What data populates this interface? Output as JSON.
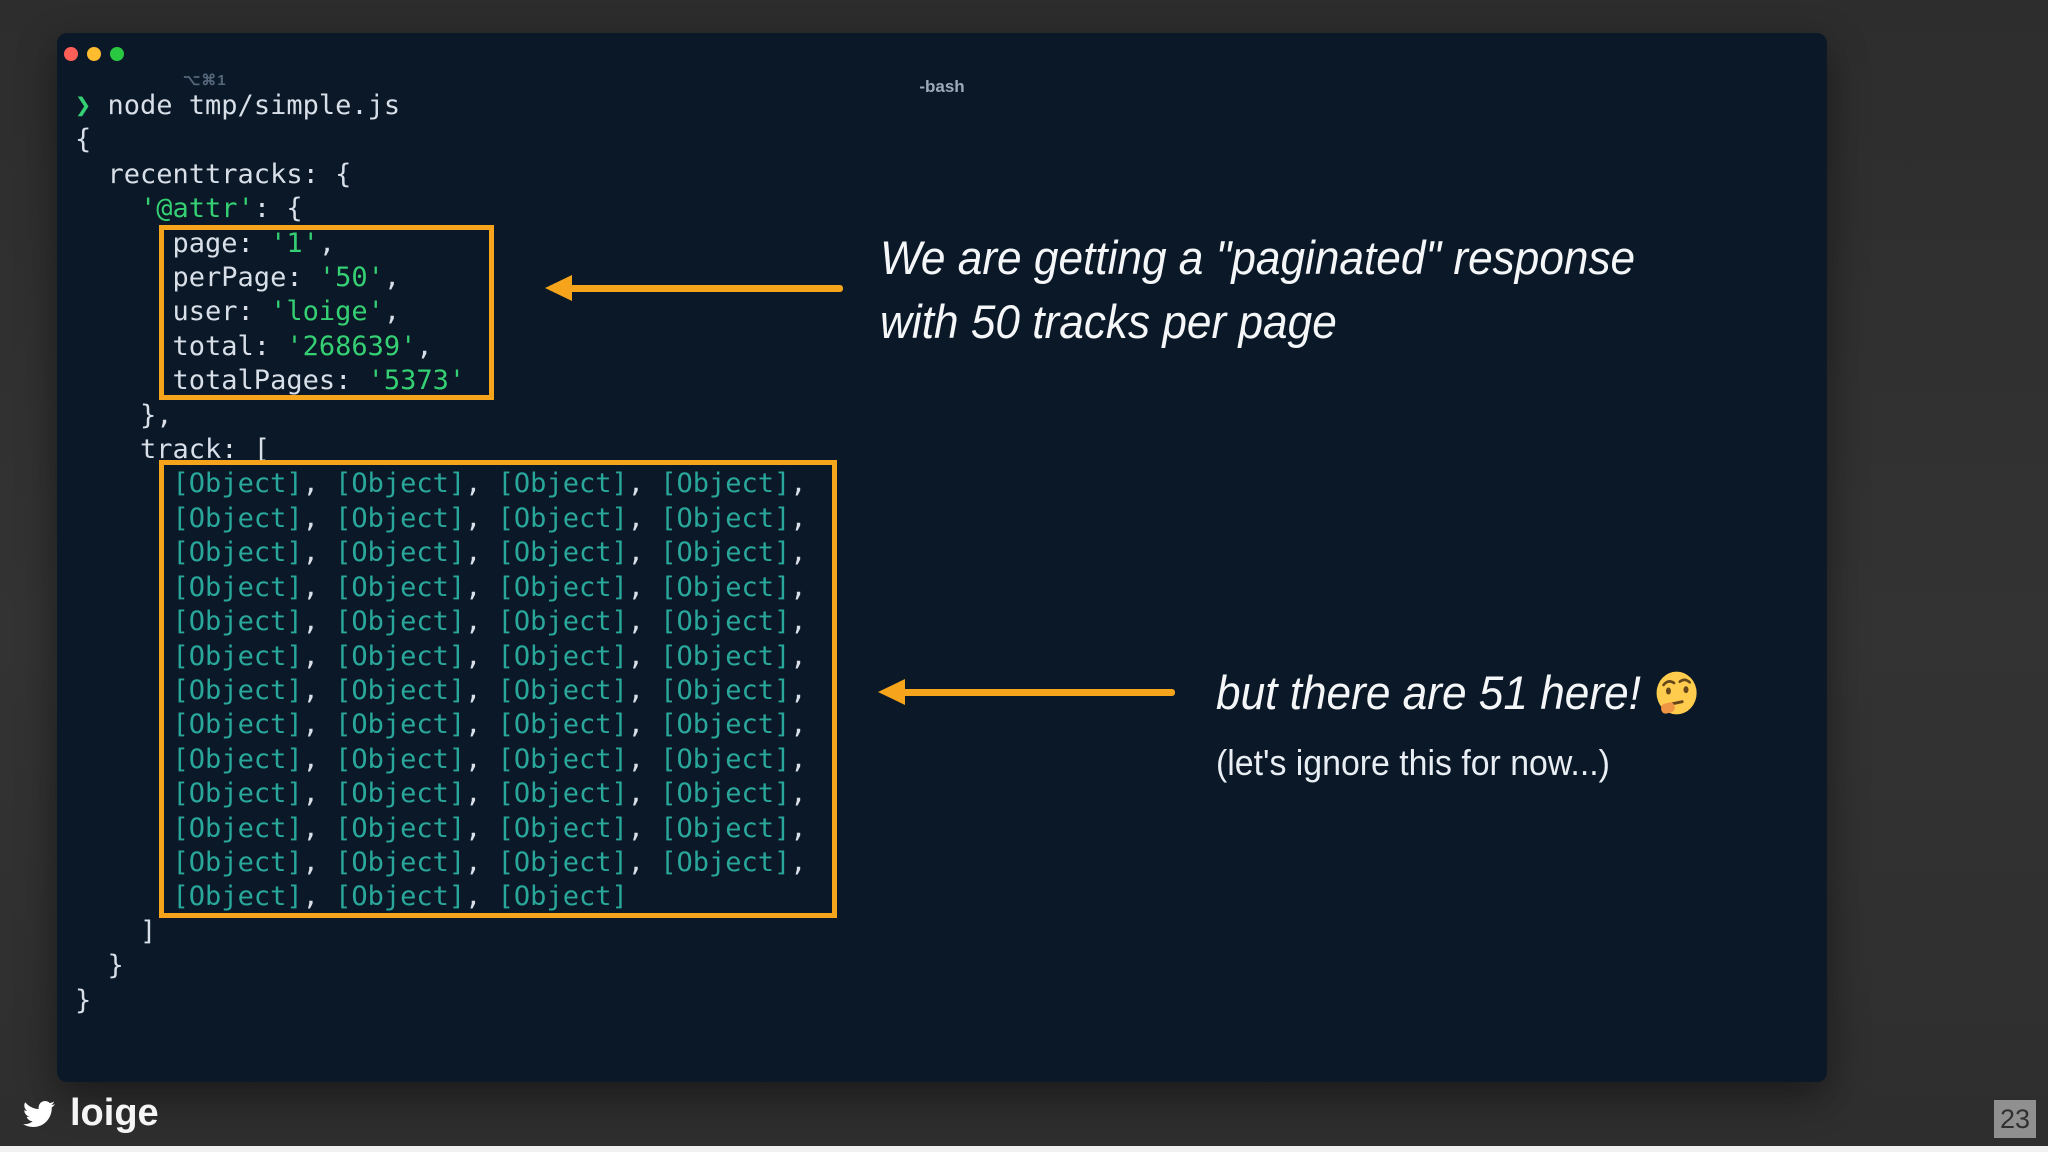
{
  "slide": {
    "page_number": "23",
    "footer": {
      "handle": "loige",
      "icon": "twitter-icon"
    }
  },
  "terminal": {
    "title": "-bash",
    "tab_shortcut": "⌥⌘1",
    "prompt_symbol": "❯",
    "colors": {
      "background": "#0a1827",
      "foreground": "#d8dfe8",
      "string_green": "#35d073",
      "object_teal": "#2aa79b",
      "highlight_orange": "#f7a41d",
      "traffic_close": "#ff5f57",
      "traffic_minimize": "#febc2e",
      "traffic_zoom": "#2ac840"
    },
    "lines": [
      {
        "segments": [
          {
            "text": "❯ ",
            "c": "g"
          },
          {
            "text": "node tmp/simple.js",
            "c": "w"
          }
        ]
      },
      {
        "segments": [
          {
            "text": "{",
            "c": "w"
          }
        ]
      },
      {
        "segments": [
          {
            "text": "  recenttracks: {",
            "c": "w"
          }
        ]
      },
      {
        "segments": [
          {
            "text": "    ",
            "c": "w"
          },
          {
            "text": "'@attr'",
            "c": "g"
          },
          {
            "text": ": {",
            "c": "w"
          }
        ]
      },
      {
        "segments": [
          {
            "text": "      page: ",
            "c": "w"
          },
          {
            "text": "'1'",
            "c": "g"
          },
          {
            "text": ",",
            "c": "w"
          }
        ]
      },
      {
        "segments": [
          {
            "text": "      perPage: ",
            "c": "w"
          },
          {
            "text": "'50'",
            "c": "g"
          },
          {
            "text": ",",
            "c": "w"
          }
        ]
      },
      {
        "segments": [
          {
            "text": "      user: ",
            "c": "w"
          },
          {
            "text": "'loige'",
            "c": "g"
          },
          {
            "text": ",",
            "c": "w"
          }
        ]
      },
      {
        "segments": [
          {
            "text": "      total: ",
            "c": "w"
          },
          {
            "text": "'268639'",
            "c": "g"
          },
          {
            "text": ",",
            "c": "w"
          }
        ]
      },
      {
        "segments": [
          {
            "text": "      totalPages: ",
            "c": "w"
          },
          {
            "text": "'5373'",
            "c": "g"
          }
        ]
      },
      {
        "segments": [
          {
            "text": "    },",
            "c": "w"
          }
        ]
      },
      {
        "segments": [
          {
            "text": "    track: [",
            "c": "w"
          }
        ]
      },
      {
        "repeat": 12,
        "segments": [
          {
            "text": "      ",
            "c": "w"
          },
          {
            "text": "[Object]",
            "c": "t"
          },
          {
            "text": ", ",
            "c": "w"
          },
          {
            "text": "[Object]",
            "c": "t"
          },
          {
            "text": ", ",
            "c": "w"
          },
          {
            "text": "[Object]",
            "c": "t"
          },
          {
            "text": ", ",
            "c": "w"
          },
          {
            "text": "[Object]",
            "c": "t"
          },
          {
            "text": ",",
            "c": "w"
          }
        ]
      },
      {
        "segments": [
          {
            "text": "      ",
            "c": "w"
          },
          {
            "text": "[Object]",
            "c": "t"
          },
          {
            "text": ", ",
            "c": "w"
          },
          {
            "text": "[Object]",
            "c": "t"
          },
          {
            "text": ", ",
            "c": "w"
          },
          {
            "text": "[Object]",
            "c": "t"
          }
        ]
      },
      {
        "segments": [
          {
            "text": "    ]",
            "c": "w"
          }
        ]
      },
      {
        "segments": [
          {
            "text": "  }",
            "c": "w"
          }
        ]
      },
      {
        "segments": [
          {
            "text": "}",
            "c": "w"
          }
        ]
      }
    ]
  },
  "annotations": {
    "paginated": {
      "line1": "We are getting a \"paginated\" response",
      "line2": "with 50 tracks per page"
    },
    "fiftyone": {
      "line1": "but there are 51 here!",
      "emoji": "🤔",
      "line2": "(let's ignore this for now...)"
    }
  }
}
